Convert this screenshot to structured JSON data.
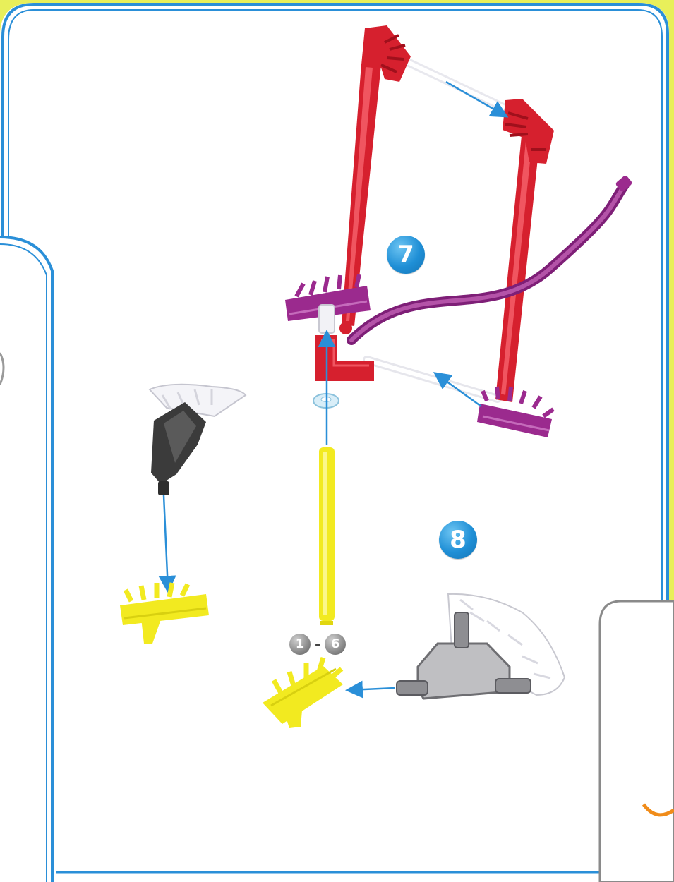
{
  "steps": {
    "step7": {
      "number": "7"
    },
    "step8": {
      "number": "8"
    }
  },
  "part_range": {
    "from": "1",
    "separator": "-",
    "to": "6"
  },
  "colors": {
    "page_background": "#e8ef5a",
    "panel_border": "#2a8fd8",
    "callout_arrow": "#2a8fd8",
    "red_rod": "#d6202e",
    "purple_part": "#9b2a8e",
    "yellow_part": "#f2ea20",
    "grey_part": "#9a9a9a",
    "dark_part": "#3b3b3b",
    "step_badge": "#1f8fd6"
  }
}
